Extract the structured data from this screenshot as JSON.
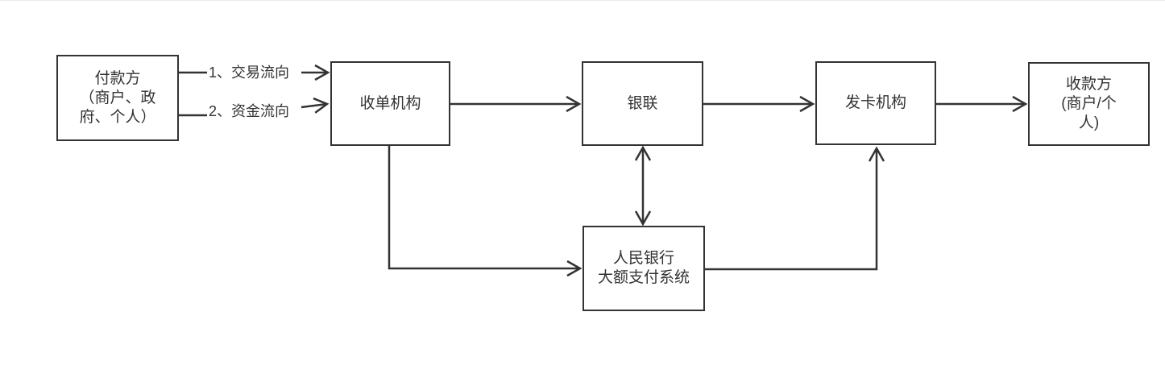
{
  "canvas": {
    "background": "#ffffff"
  },
  "colors": {
    "stroke": "#333333",
    "text": "#333333",
    "node_fill": "#ffffff"
  },
  "nodes": {
    "payer": {
      "label": "付款方\n（商户、政\n府、个人）"
    },
    "acquirer": {
      "label": "收单机构"
    },
    "unionpay": {
      "label": "银联"
    },
    "issuer": {
      "label": "发卡机构"
    },
    "payee": {
      "label": "收款方\n(商户/个\n人)"
    },
    "pboc": {
      "label": "人民银行\n大额支付系统"
    }
  },
  "edge_labels": {
    "transaction": "1、交易流向",
    "funds": "2、资金流向"
  }
}
